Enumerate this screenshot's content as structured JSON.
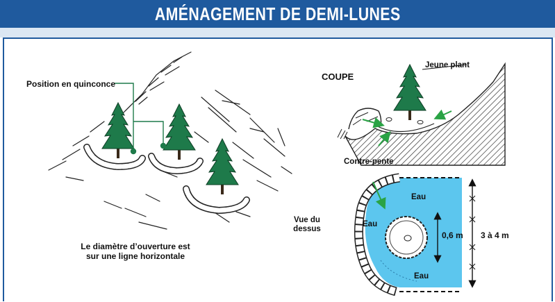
{
  "title": "AMÉNAGEMENT DE DEMI-LUNES",
  "colors": {
    "title_bar": "#1f5a9e",
    "band": "#dbe7f3",
    "tree": "#1e7a4a",
    "arrow": "#2aa345",
    "water": "#5cc6ee"
  },
  "left": {
    "position_label": "Position en quinconce",
    "caption_line1": "Le diamètre d’ouverture est",
    "caption_line2": "sur une ligne horizontale"
  },
  "coupe": {
    "title": "COUPE",
    "jeune_plant": "Jeune plant",
    "contre_pente": "Contre-pente"
  },
  "top_view": {
    "vue_line1": "Vue du",
    "vue_line2": "dessus",
    "eau_top": "Eau",
    "eau_left": "Eau",
    "eau_bottom": "Eau",
    "dim_inner": "0,6 m",
    "dim_outer": "3 à 4 m"
  }
}
